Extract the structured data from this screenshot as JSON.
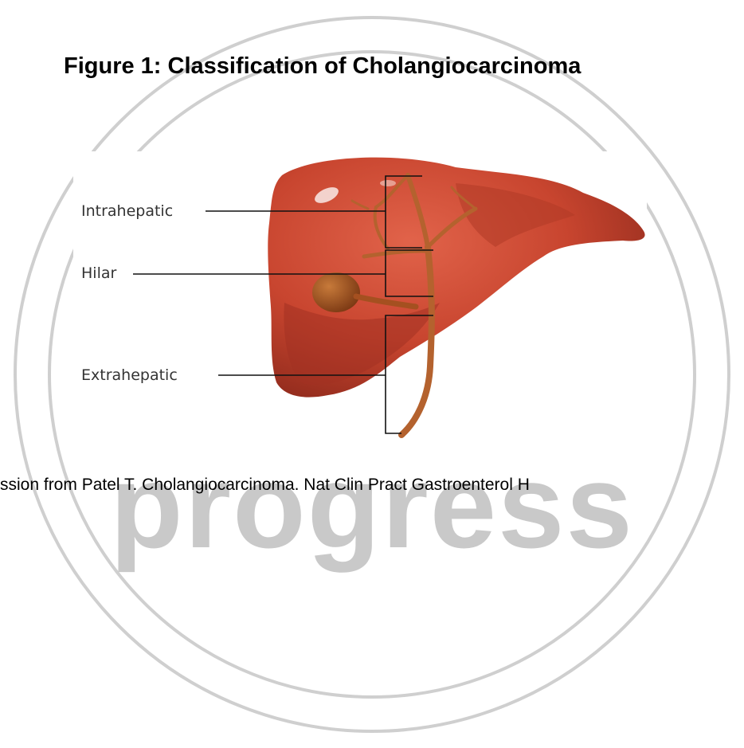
{
  "title": "Figure 1: Classification of Cholangiocarcinoma",
  "labels": {
    "intrahepatic": "Intrahepatic",
    "hilar": "Hilar",
    "extrahepatic": "Extrahepatic"
  },
  "caption": "ssion from Patel T. Cholangiocarcinoma. Nat Clin Pract Gastroenterol H",
  "watermark": "progress",
  "colors": {
    "liver": "#c8452f",
    "liver_dark": "#9a2e1f",
    "bile_duct": "#b4622e",
    "gallbladder": "#9b4a1c",
    "watermark": "#c9c9c9"
  }
}
